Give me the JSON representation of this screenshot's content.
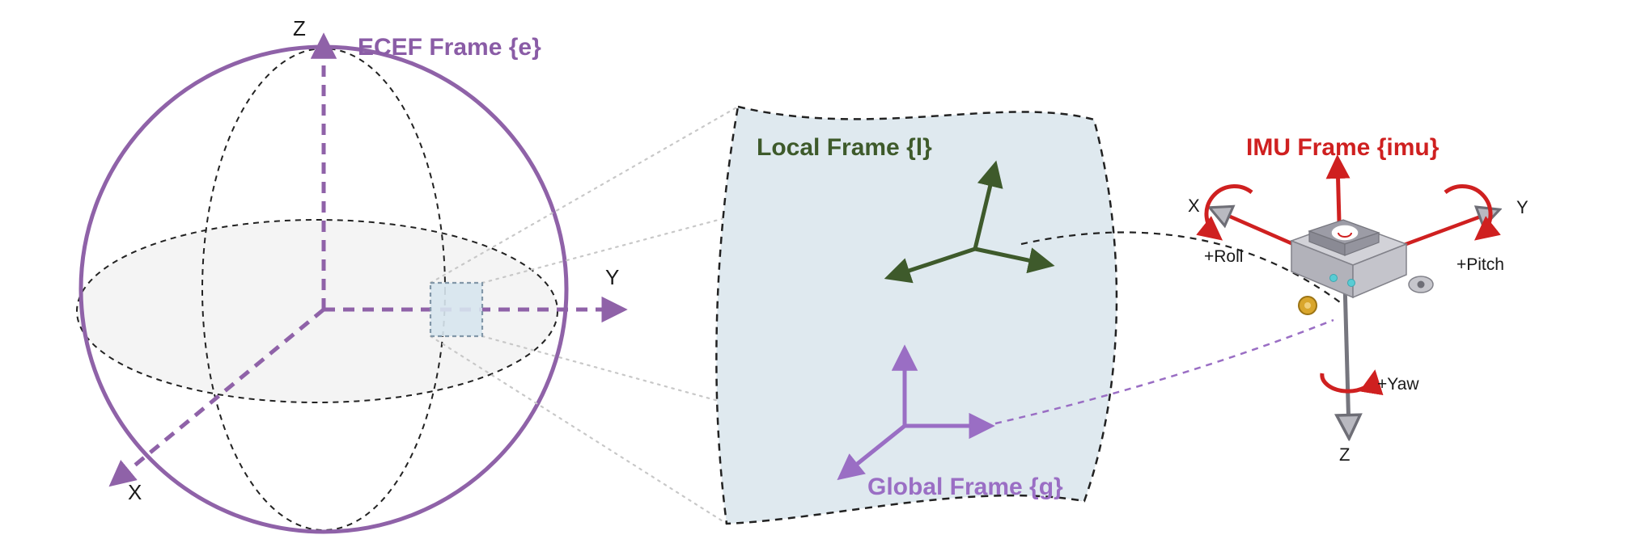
{
  "ecef": {
    "title": "ECEF Frame {e}",
    "axis_z": "Z",
    "axis_y": "Y",
    "axis_x": "X"
  },
  "local_frame": {
    "title": "Local Frame {l}"
  },
  "global_frame": {
    "title": "Global Frame {g}"
  },
  "imu": {
    "title": "IMU Frame {imu}",
    "axis_x": "X",
    "axis_y": "Y",
    "axis_z": "Z",
    "roll": "+Roll",
    "pitch": "+Pitch",
    "yaw": "+Yaw"
  },
  "colors": {
    "ecef_purple": "#8f62a8",
    "global_purple": "#9a6ec4",
    "local_green": "#3e5a2b",
    "imu_red": "#cf2020",
    "patch_fill": "#dfe9ef",
    "sphere_fill": "#f0f0f0"
  }
}
